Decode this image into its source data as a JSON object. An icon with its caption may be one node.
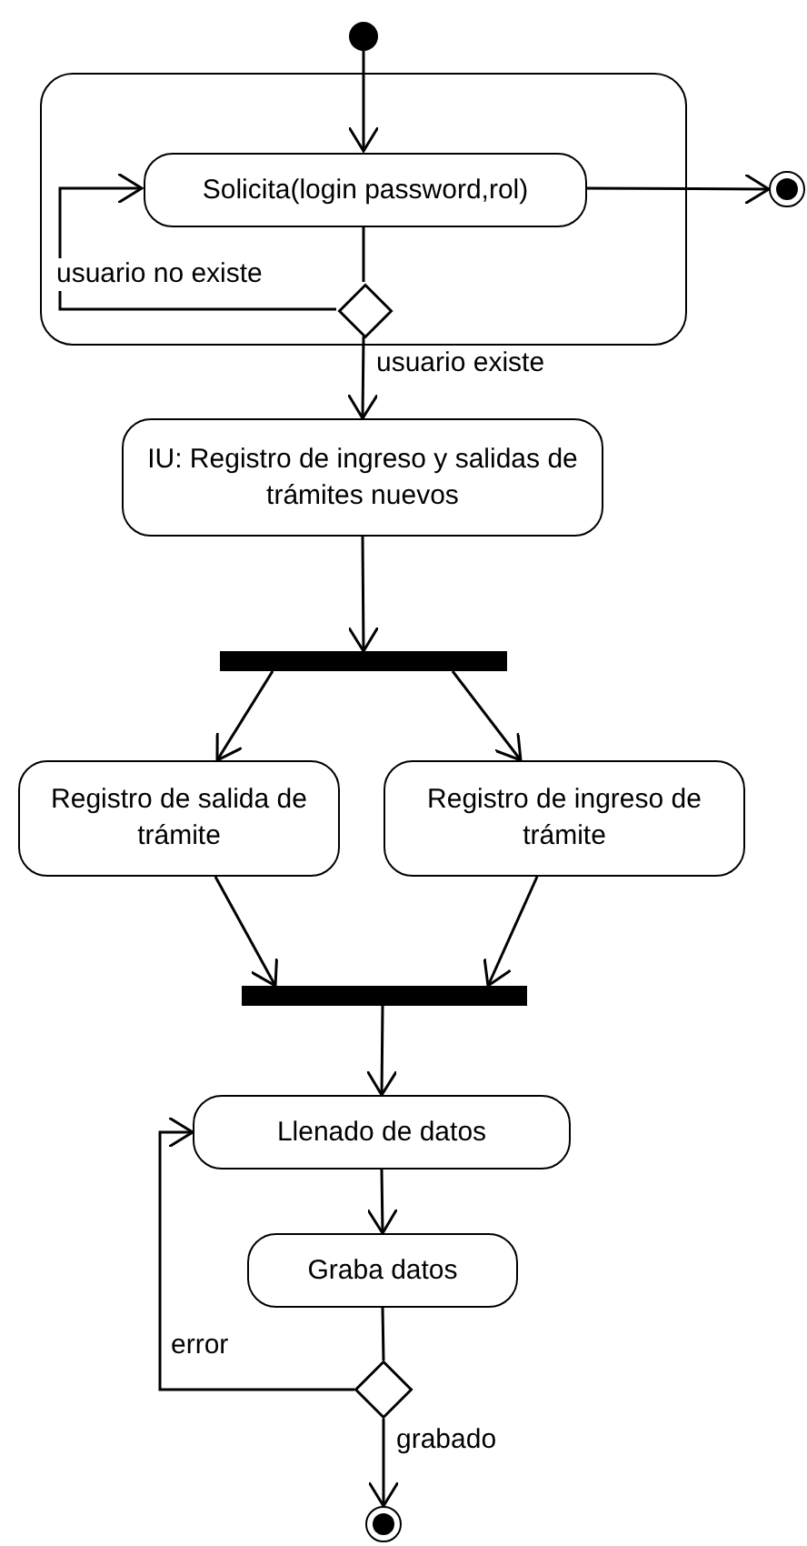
{
  "diagram": {
    "nodes": [
      {
        "text": [],
        "shape": "circle"
      },
      {
        "text": [],
        "shape": "box"
      },
      {
        "text": [
          "Solicita(login password,rol)"
        ],
        "in": 1
      },
      {
        "text": [],
        "shape": "circle"
      },
      {
        "text": [],
        "shape": "diamond",
        "in": 1
      },
      {
        "text": [
          "IU: Registro de ingreso y salidas  de trámites nuevos"
        ]
      },
      {
        "text": [],
        "shape": "bar"
      },
      {
        "text": [
          "Registro de salida de trámite"
        ]
      },
      {
        "text": [
          "Registro de ingreso de trámite"
        ]
      },
      {
        "text": [],
        "shape": "bar"
      },
      {
        "text": [
          "Llenado de datos"
        ]
      },
      {
        "text": [
          "Graba datos"
        ]
      },
      {
        "text": [],
        "shape": "diamond"
      },
      {
        "text": [],
        "shape": "circle"
      }
    ],
    "edges": [
      {
        "from": 0,
        "to": 2,
        "arrow": "to"
      },
      {
        "from": 2,
        "to": 3,
        "arrow": "to"
      },
      {
        "from": 2,
        "to": 4,
        "arrow": "none"
      },
      {
        "from": 4,
        "to": 2,
        "arrow": "to",
        "label": "usuario no existe"
      },
      {
        "from": 4,
        "to": 5,
        "arrow": "to",
        "label": "usuario existe"
      },
      {
        "from": 5,
        "to": 6,
        "arrow": "to"
      },
      {
        "from": 6,
        "to": 7,
        "arrow": "to"
      },
      {
        "from": 6,
        "to": 8,
        "arrow": "to"
      },
      {
        "from": 7,
        "to": 9,
        "arrow": "to"
      },
      {
        "from": 8,
        "to": 9,
        "arrow": "to"
      },
      {
        "from": 9,
        "to": 10,
        "arrow": "to"
      },
      {
        "from": 10,
        "to": 11,
        "arrow": "to"
      },
      {
        "from": 11,
        "to": 12,
        "arrow": "none"
      },
      {
        "from": 12,
        "to": 10,
        "arrow": "to",
        "label": "error"
      },
      {
        "from": 12,
        "to": 13,
        "arrow": "to",
        "label": "grabado"
      }
    ]
  }
}
